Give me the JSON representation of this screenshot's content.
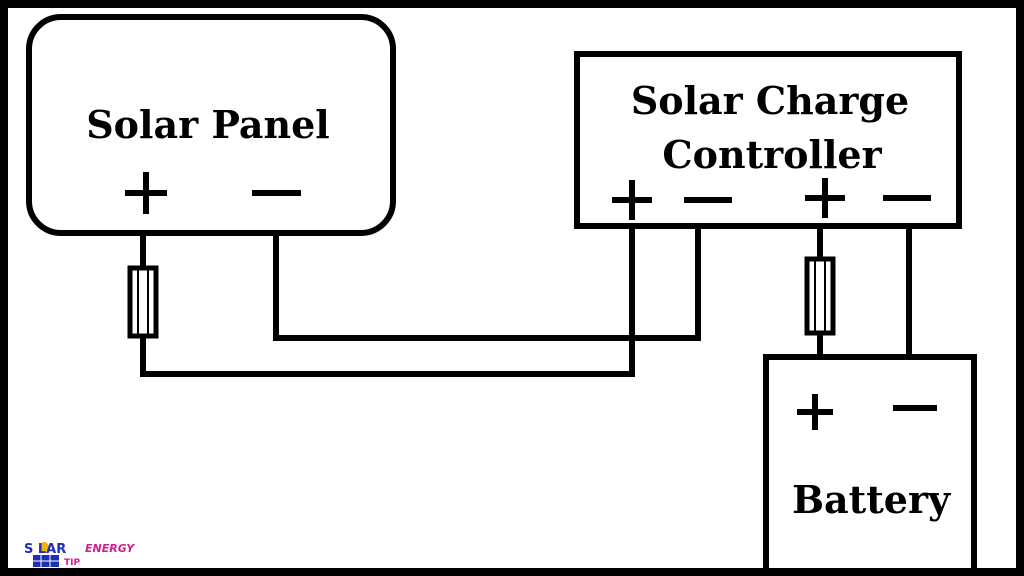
{
  "solar_panel": {
    "title": "Solar Panel",
    "plus": "+",
    "minus": "−"
  },
  "charge_controller": {
    "title_line1": "Solar Charge",
    "title_line2": "Controller",
    "terminal_plus_1": "+",
    "terminal_minus_1": "−",
    "terminal_plus_2": "+",
    "terminal_minus_2": "−"
  },
  "battery": {
    "title": "Battery",
    "plus": "+",
    "minus": "−"
  },
  "watermark": {
    "solar": "S LAR",
    "energy": "ENERGY",
    "tip": "TIP"
  },
  "colors": {
    "ink": "#000000",
    "paper": "#ffffff",
    "watermark_blue": "#1f2fb5",
    "watermark_pink": "#d11f8f",
    "sun_yellow": "#f6b400"
  }
}
